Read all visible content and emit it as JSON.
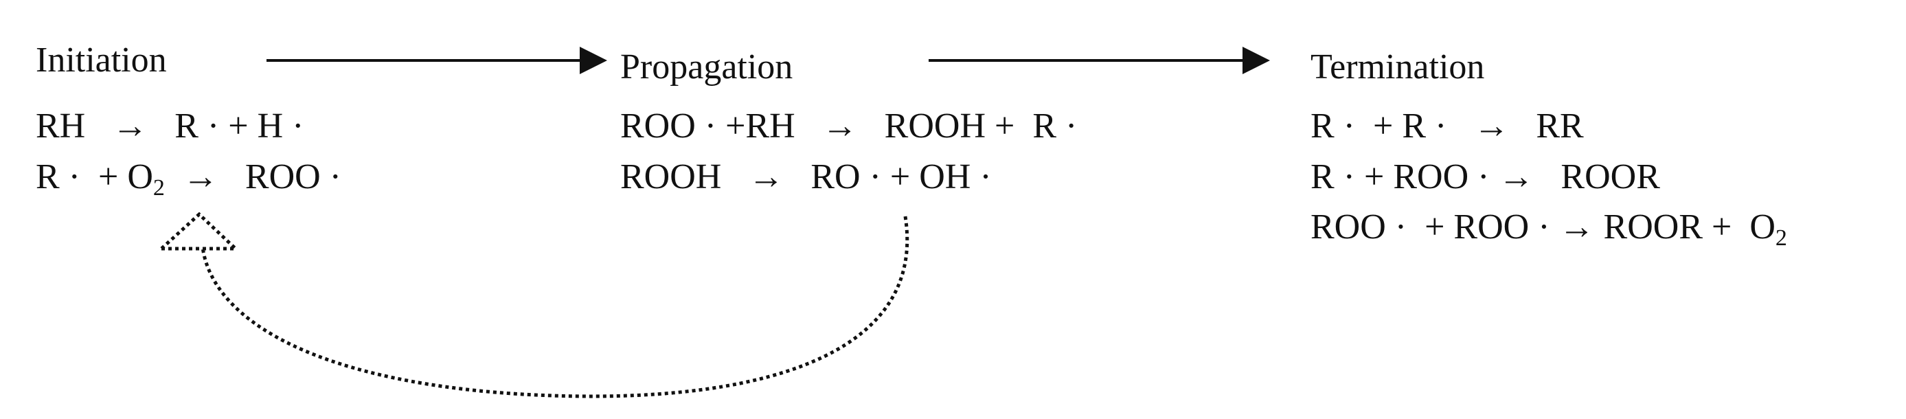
{
  "stages": [
    {
      "title": "Initiation",
      "equations": [
        {
          "main": "RH   →   R · + H ·",
          "sub": "",
          "tail": ""
        },
        {
          "main": "R ·  + O",
          "sub": "2",
          "tail": "  →   ROO ·"
        }
      ]
    },
    {
      "title": "Propagation",
      "equations": [
        {
          "main": "ROO · +RH   →   ROOH +  R ·",
          "sub": "",
          "tail": ""
        },
        {
          "main": "ROOH   →   RO · + OH ·",
          "sub": "",
          "tail": ""
        }
      ]
    },
    {
      "title": "Termination",
      "equations": [
        {
          "main": "R ·  + R ·   →   RR",
          "sub": "",
          "tail": ""
        },
        {
          "main": "R · + ROO · →   ROOR",
          "sub": "",
          "tail": ""
        },
        {
          "main": "ROO ·  + ROO · → ROOR +  O",
          "sub": "2",
          "tail": ""
        }
      ]
    }
  ]
}
